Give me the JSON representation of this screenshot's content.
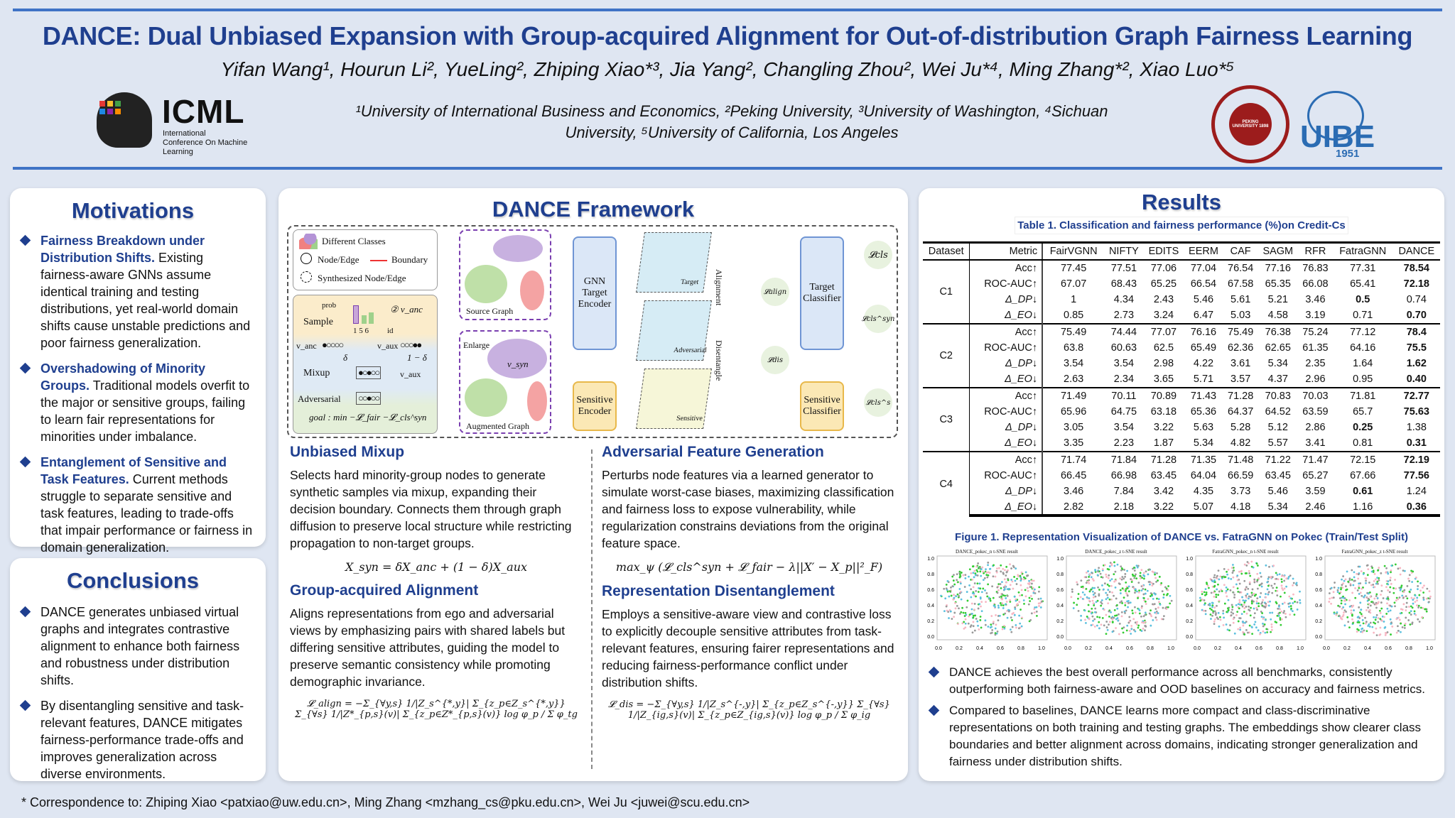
{
  "header": {
    "title": "DANCE: Dual Unbiased Expansion with Group-acquired Alignment for Out-of-distribution Graph Fairness Learning",
    "authors": "Yifan Wang¹, Hourun Li², YueLing², Zhiping Xiao*³, Jia Yang², Changling Zhou², Wei Ju*⁴, Ming Zhang*², Xiao Luo*⁵",
    "affiliations_1": "¹University of International Business and Economics, ²Peking University, ³University of Washington, ⁴Sichuan",
    "affiliations_2": "University, ⁵University of California, Los Angeles",
    "logo_icml": "ICML",
    "logo_icml_sub": "International Conference On Machine Learning",
    "logo_pku": "PEKING UNIVERSITY 1898",
    "logo_uibe": "UIBE",
    "logo_uibe_year": "1951"
  },
  "motivations": {
    "title": "Motivations",
    "items": [
      {
        "lead": "Fairness Breakdown under Distribution Shifts.",
        "text": " Existing fairness-aware GNNs assume identical training and testing distributions, yet real-world domain shifts cause unstable predictions and poor fairness generalization."
      },
      {
        "lead": "Overshadowing of Minority Groups.",
        "text": " Traditional models overfit to the major or sensitive groups, failing to learn fair representations for minorities under imbalance."
      },
      {
        "lead": "Entanglement of Sensitive and Task Features.",
        "text": " Current methods struggle to separate sensitive and task features, leading to trade-offs that impair performance or fairness in domain generalization."
      }
    ]
  },
  "conclusions": {
    "title": "Conclusions",
    "items": [
      "DANCE generates unbiased virtual graphs and integrates contrastive alignment to enhance both fairness and robustness under distribution shifts.",
      "By disentangling sensitive and task-relevant features, DANCE mitigates fairness-performance trade-offs and improves generalization across diverse environments."
    ]
  },
  "framework": {
    "title": "DANCE Framework",
    "legend": [
      "Different Classes",
      "Node/Edge",
      "Boundary",
      "Synthesized Node/Edge"
    ],
    "sample": {
      "label": "Sample",
      "prob": "prob",
      "ids": "1 5 6",
      "id": "id",
      "anc": "② v_anc"
    },
    "mixup": {
      "v_anc": "v_anc",
      "v_aux": "v_aux",
      "delta": "δ",
      "one_minus_delta": "1 − δ",
      "label": "Mixup",
      "out": "v_aux",
      "adversarial": "Adversarial",
      "goal": "goal : min −𝓛_fair −𝓛_cls^syn"
    },
    "source_graph": "Source Graph",
    "augmented_graph": "Augmented Graph",
    "enlarge": "Enlarge",
    "v_syn": "v_syn",
    "gnn_encoder": "GNN Target Encoder",
    "sensitive_encoder": "Sensitive Encoder",
    "feature_labels": [
      "Target",
      "Adversarial",
      "Sensitive"
    ],
    "alignment": "Alignment",
    "disentangle": "Disentangle",
    "target_classifier": "Target Classifier",
    "sensitive_classifier": "Sensitive Classifier",
    "losses": [
      "𝓛cls",
      "𝓛cls^syn",
      "𝓛cls^s",
      "𝓛align",
      "𝓛dis"
    ]
  },
  "sections": [
    {
      "title": "Unbiased Mixup",
      "text": "Selects hard minority-group nodes to generate synthetic samples via mixup, expanding their decision boundary. Connects them through graph diffusion to preserve local structure while restricting propagation to non-target groups.",
      "eq": "X_syn = δX_anc + (1 − δ)X_aux"
    },
    {
      "title": "Adversarial Feature Generation",
      "text": "Perturbs node features via a learned generator to simulate worst-case biases, maximizing classification and fairness loss to expose vulnerability, while regularization constrains deviations from the original feature space.",
      "eq": "max_ψ (𝓛_cls^syn + 𝓛_fair − λ||X′ − X_p||²_F)"
    },
    {
      "title": "Group-acquired Alignment",
      "text": "Aligns representations from ego and adversarial views by emphasizing pairs with shared labels but differing sensitive attributes, guiding the model to preserve semantic consistency while promoting demographic invariance.",
      "eq": "𝓛_align = −Σ_{∀y,s} 1/|Z_s^{*,y}| Σ_{z_p∈Z_s^{*,y}} Σ_{∀s} 1/|Z*_{p,s}(v)| Σ_{z_p∈Z*_{p,s}(v)} log φ_p / Σ φ_tg"
    },
    {
      "title": "Representation Disentanglement",
      "text": "Employs a sensitive-aware view and contrastive loss to explicitly decouple sensitive attributes from task-relevant features, ensuring fairer representations and reducing fairness-performance conflict under distribution shifts.",
      "eq": "𝓛_dis = −Σ_{∀y,s} 1/|Z_s^{-,y}| Σ_{z_p∈Z_s^{-,y}} Σ_{∀s} 1/|Z_{ig,s}(v)| Σ_{z_p∈Z_{ig,s}(v)} log φ_p / Σ φ_ig"
    }
  ],
  "results": {
    "title": "Results",
    "table_caption": "Table 1. Classification and fairness performance (%)on Credit-Cs",
    "columns": [
      "Dataset",
      "Metric",
      "FairVGNN",
      "NIFTY",
      "EDITS",
      "EERM",
      "CAF",
      "SAGM",
      "RFR",
      "FatraGNN",
      "DANCE"
    ],
    "metrics": [
      "Acc↑",
      "ROC-AUC↑",
      "Δ_DP↓",
      "Δ_EO↓"
    ],
    "groups": [
      {
        "name": "C1",
        "rows": [
          [
            "77.45",
            "77.51",
            "77.06",
            "77.04",
            "76.54",
            "77.16",
            "76.83",
            "77.31",
            "78.54"
          ],
          [
            "67.07",
            "68.43",
            "65.25",
            "66.54",
            "67.58",
            "65.35",
            "66.08",
            "65.41",
            "72.18"
          ],
          [
            "1",
            "4.34",
            "2.43",
            "5.46",
            "5.61",
            "5.21",
            "3.46",
            "0.5",
            "0.74"
          ],
          [
            "0.85",
            "2.73",
            "3.24",
            "6.47",
            "5.03",
            "4.58",
            "3.19",
            "0.71",
            "0.70"
          ]
        ],
        "bold": [
          8,
          8,
          7,
          8
        ]
      },
      {
        "name": "C2",
        "rows": [
          [
            "75.49",
            "74.44",
            "77.07",
            "76.16",
            "75.49",
            "76.38",
            "75.24",
            "77.12",
            "78.4"
          ],
          [
            "63.8",
            "60.63",
            "62.5",
            "65.49",
            "62.36",
            "62.65",
            "61.35",
            "64.16",
            "75.5"
          ],
          [
            "3.54",
            "3.54",
            "2.98",
            "4.22",
            "3.61",
            "5.34",
            "2.35",
            "1.64",
            "1.62"
          ],
          [
            "2.63",
            "2.34",
            "3.65",
            "5.71",
            "3.57",
            "4.37",
            "2.96",
            "0.95",
            "0.40"
          ]
        ],
        "bold": [
          8,
          8,
          8,
          8
        ]
      },
      {
        "name": "C3",
        "rows": [
          [
            "71.49",
            "70.11",
            "70.89",
            "71.43",
            "71.28",
            "70.83",
            "70.03",
            "71.81",
            "72.77"
          ],
          [
            "65.96",
            "64.75",
            "63.18",
            "65.36",
            "64.37",
            "64.52",
            "63.59",
            "65.7",
            "75.63"
          ],
          [
            "3.05",
            "3.54",
            "3.22",
            "5.63",
            "5.28",
            "5.12",
            "2.86",
            "0.25",
            "1.38"
          ],
          [
            "3.35",
            "2.23",
            "1.87",
            "5.34",
            "4.82",
            "5.57",
            "3.41",
            "0.81",
            "0.31"
          ]
        ],
        "bold": [
          8,
          8,
          7,
          8
        ]
      },
      {
        "name": "C4",
        "rows": [
          [
            "71.74",
            "71.84",
            "71.28",
            "71.35",
            "71.48",
            "71.22",
            "71.47",
            "72.15",
            "72.19"
          ],
          [
            "66.45",
            "66.98",
            "63.45",
            "64.04",
            "66.59",
            "63.45",
            "65.27",
            "67.66",
            "77.56"
          ],
          [
            "3.46",
            "7.84",
            "3.42",
            "4.35",
            "3.73",
            "5.46",
            "3.59",
            "0.61",
            "1.24"
          ],
          [
            "2.82",
            "2.18",
            "3.22",
            "5.07",
            "4.18",
            "5.34",
            "2.46",
            "1.16",
            "0.36"
          ]
        ],
        "bold": [
          8,
          8,
          7,
          8
        ]
      }
    ],
    "figure_caption": "Figure 1. Representation Visualization of DANCE vs. FatraGNN on Pokec (Train/Test Split)",
    "plots": [
      "DANCE_pokec_n t-SNE result",
      "DANCE_pokec_z t-SNE result",
      "FatraGNN_pokec_n t-SNE result",
      "FatraGNN_pokec_z t-SNE result"
    ],
    "plot_ticks": [
      "0.0",
      "0.2",
      "0.4",
      "0.6",
      "0.8",
      "1.0"
    ],
    "point_colors": [
      "#33cc33",
      "#5bc0de",
      "#f7b6c2",
      "#999999"
    ],
    "bullets": [
      "DANCE achieves the best overall performance across all benchmarks, consistently outperforming both fairness-aware and OOD baselines on accuracy and fairness metrics.",
      "Compared to baselines, DANCE learns more compact and class-discriminative representations on both training and testing graphs. The embeddings show clearer class boundaries and better alignment across domains, indicating stronger generalization and fairness under distribution shifts."
    ]
  },
  "footer": "* Correspondence to: Zhiping Xiao <patxiao@uw.edu.cn>, Ming Zhang <mzhang_cs@pku.edu.cn>, Wei Ju <juwei@scu.edu.cn>"
}
